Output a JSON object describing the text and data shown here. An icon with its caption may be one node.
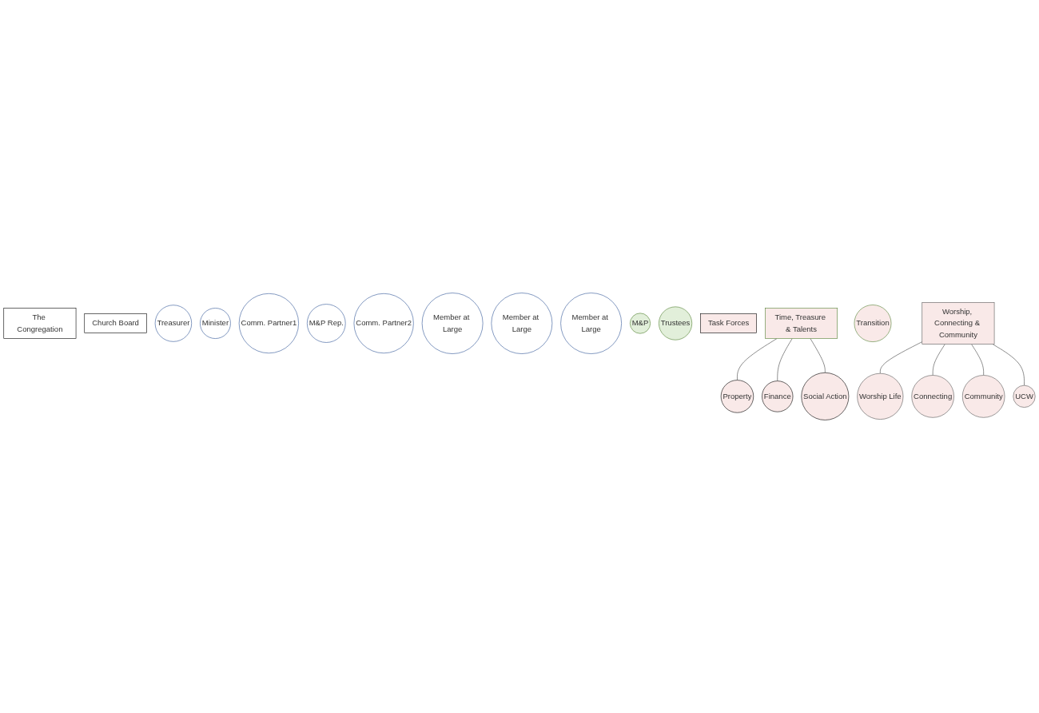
{
  "diagram": {
    "nodes": [
      {
        "text": [
          "The Congregation"
        ]
      },
      {
        "text": [
          "Church Board"
        ]
      },
      {
        "text": [
          "Treasurer"
        ]
      },
      {
        "text": [
          "Minister"
        ]
      },
      {
        "text": [
          "Comm. Partner1"
        ]
      },
      {
        "text": [
          "M&P Rep."
        ]
      },
      {
        "text": [
          "Comm. Partner2"
        ]
      },
      {
        "text": [
          "Member at Large"
        ]
      },
      {
        "text": [
          "Member at Large"
        ]
      },
      {
        "text": [
          "Member at Large"
        ]
      },
      {
        "text": [
          "M&P"
        ]
      },
      {
        "text": [
          "Trustees"
        ]
      },
      {
        "text": [
          "Task Forces"
        ]
      },
      {
        "text": [
          "Time, Treasure & Talents"
        ]
      },
      {
        "text": [
          "Transition"
        ]
      },
      {
        "text": [
          "Worship, Connecting & Community"
        ]
      },
      {
        "text": [
          "Property"
        ]
      },
      {
        "text": [
          "Finance"
        ]
      },
      {
        "text": [
          "Social Action"
        ]
      },
      {
        "text": [
          "Worship Life"
        ]
      },
      {
        "text": [
          "Connecting"
        ]
      },
      {
        "text": [
          "Community"
        ]
      },
      {
        "text": [
          "UCW"
        ]
      }
    ],
    "edges": [
      {
        "from": 13,
        "to": 16,
        "arrow": "none"
      },
      {
        "from": 13,
        "to": 17,
        "arrow": "none"
      },
      {
        "from": 13,
        "to": 18,
        "arrow": "none"
      },
      {
        "from": 15,
        "to": 19,
        "arrow": "none"
      },
      {
        "from": 15,
        "to": 20,
        "arrow": "none"
      },
      {
        "from": 15,
        "to": 21,
        "arrow": "none"
      },
      {
        "from": 15,
        "to": 22,
        "arrow": "none"
      }
    ]
  }
}
